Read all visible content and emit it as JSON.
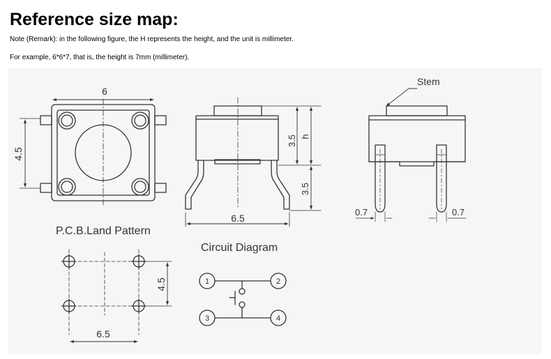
{
  "heading": "Reference size map:",
  "note_line1": "Note (Remark): in the following figure, the H represents the height, and the unit is millimeter.",
  "note_line2": "For example, 6*6*7, that is, the height is 7mm (millimeter).",
  "figure": {
    "top_view": {
      "width_label": "6",
      "height_label": "4.5"
    },
    "side_view": {
      "width_label": "6.5",
      "stem_height_label": "3.5",
      "lead_height_label": "3.5",
      "total_height_label": "h"
    },
    "front_view": {
      "stem_label": "Stem",
      "pin_left_label": "0.7",
      "pin_right_label": "0.7"
    },
    "pcb_land_pattern": {
      "title": "P.C.B.Land Pattern",
      "width_label": "6.5",
      "height_label": "4.5"
    },
    "circuit_diagram": {
      "title": "Circuit Diagram",
      "pins": [
        "1",
        "2",
        "3",
        "4"
      ]
    }
  }
}
